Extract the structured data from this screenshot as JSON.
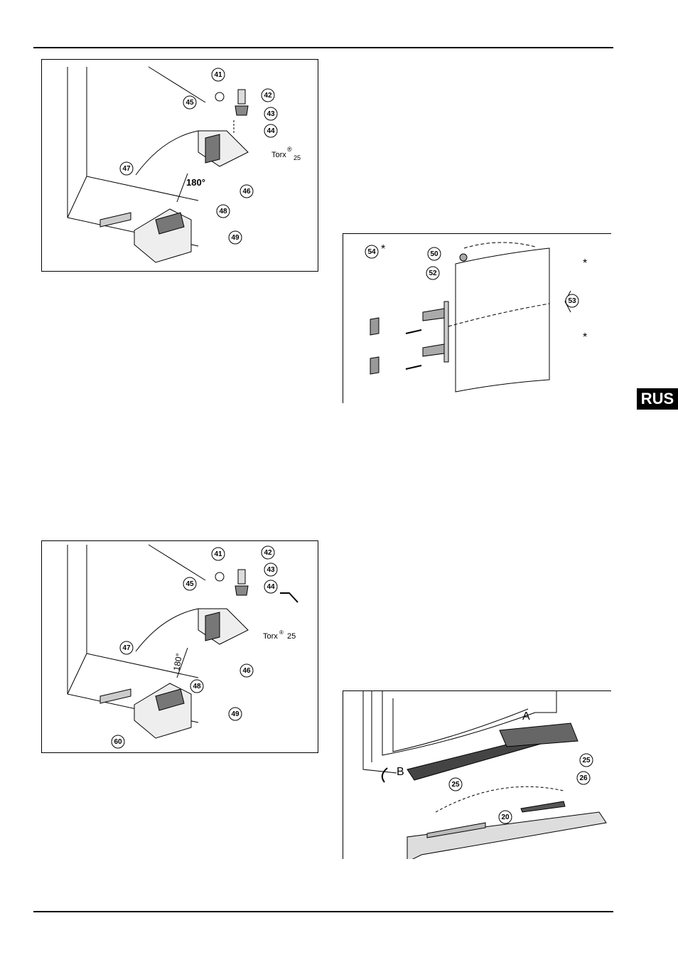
{
  "language_tab": "RUS",
  "figure1": {
    "callouts": [
      "41",
      "45",
      "42",
      "43",
      "44",
      "47",
      "46",
      "48",
      "49"
    ],
    "angle_label": "180°",
    "torx_label": "Torx",
    "torx_size": "25",
    "reg_mark": "®"
  },
  "figure2": {
    "callouts": [
      "54",
      "50",
      "52",
      "53"
    ],
    "star": "*"
  },
  "figure3": {
    "callouts": [
      "41",
      "45",
      "42",
      "43",
      "44",
      "47",
      "46",
      "48",
      "49",
      "60"
    ],
    "angle_label": "180°",
    "torx_label": "Torx",
    "torx_size": "25",
    "reg_mark": "®"
  },
  "figure4": {
    "callouts": [
      "25",
      "26",
      "25",
      "20"
    ],
    "letter_a": "A",
    "letter_b": "B"
  }
}
